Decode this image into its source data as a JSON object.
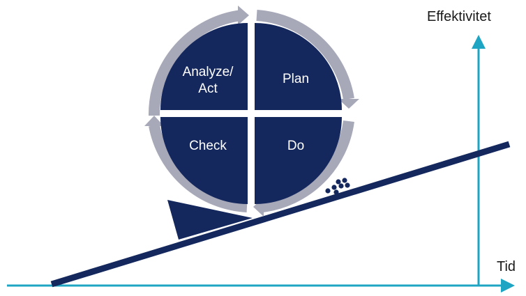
{
  "diagram": {
    "y_axis_label": "Effektivitet",
    "x_axis_label": "Tid",
    "wheel": {
      "top_left_line1": "Analyze/",
      "top_left_line2": "Act",
      "top_right": "Plan",
      "bottom_left": "Check",
      "bottom_right": "Do"
    }
  },
  "colors": {
    "navy": "#14285e",
    "teal": "#1ea5c3",
    "ring_gray": "#a7a8b8",
    "background": "#ffffff"
  }
}
